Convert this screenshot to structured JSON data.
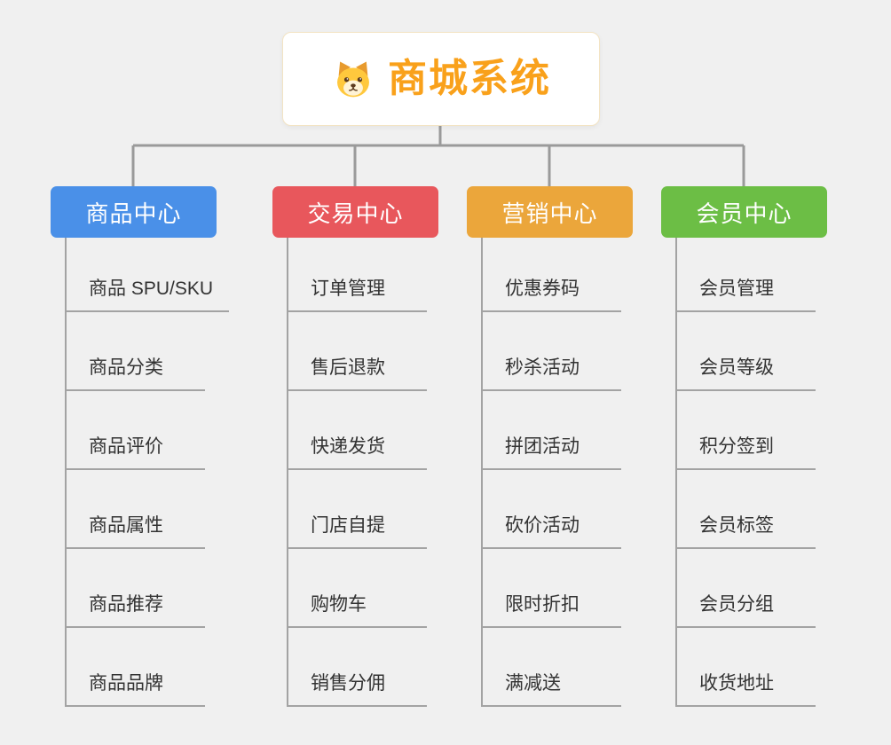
{
  "root": {
    "title": "商城系统",
    "title_color": "#F9A11B",
    "icon": "dog-face-icon"
  },
  "connector": {
    "color": "#9a9a9a"
  },
  "branches": [
    {
      "label": "商品中心",
      "color": "#4A90E8",
      "children": [
        "商品 SPU/SKU",
        "商品分类",
        "商品评价",
        "商品属性",
        "商品推荐",
        "商品品牌"
      ]
    },
    {
      "label": "交易中心",
      "color": "#E8575C",
      "children": [
        "订单管理",
        "售后退款",
        "快递发货",
        "门店自提",
        "购物车",
        "销售分佣"
      ]
    },
    {
      "label": "营销中心",
      "color": "#EBA63B",
      "children": [
        "优惠券码",
        "秒杀活动",
        "拼团活动",
        "砍价活动",
        "限时折扣",
        "满减送"
      ]
    },
    {
      "label": "会员中心",
      "color": "#6CBE45",
      "children": [
        "会员管理",
        "会员等级",
        "积分签到",
        "会员标签",
        "会员分组",
        "收货地址"
      ]
    }
  ]
}
